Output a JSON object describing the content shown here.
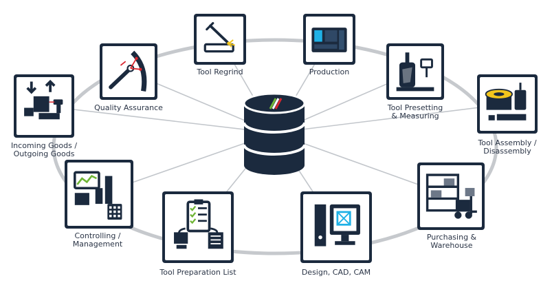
{
  "colors": {
    "navy": "#1b2a3e",
    "line": "#c2c6cb",
    "ring": "#c6c9cd",
    "accent_green": "#6fb536",
    "accent_red": "#d9262f",
    "accent_yellow": "#f2c51d",
    "accent_cyan": "#1fb1e6"
  },
  "center": {
    "icon": "database-icon"
  },
  "nodes": [
    {
      "id": "tool-regrind",
      "lines": [
        "Tool Regrind"
      ],
      "icon": "grinding-icon"
    },
    {
      "id": "production",
      "lines": [
        "Production"
      ],
      "icon": "cnc-machine-icon"
    },
    {
      "id": "tool-presetting",
      "lines": [
        "Tool Presetting",
        "& Measuring"
      ],
      "icon": "presetting-machine-icon"
    },
    {
      "id": "tool-assembly",
      "lines": [
        "Tool Assembly /",
        "Disassembly"
      ],
      "icon": "tool-holder-icon"
    },
    {
      "id": "purchasing",
      "lines": [
        "Purchasing &",
        "Warehouse"
      ],
      "icon": "forklift-shelf-icon"
    },
    {
      "id": "design",
      "lines": [
        "Design, CAD, CAM"
      ],
      "icon": "cad-workstation-icon"
    },
    {
      "id": "tool-prep",
      "lines": [
        "Tool Preparation List"
      ],
      "icon": "clipboard-flow-icon"
    },
    {
      "id": "controlling",
      "lines": [
        "Controlling /",
        "Management"
      ],
      "icon": "chart-calculator-icon"
    },
    {
      "id": "incoming",
      "lines": [
        "Incoming Goods /",
        "Outgoing Goods"
      ],
      "icon": "boxes-scanner-icon"
    },
    {
      "id": "quality",
      "lines": [
        "Quality Assurance"
      ],
      "icon": "measuring-probe-icon"
    }
  ]
}
